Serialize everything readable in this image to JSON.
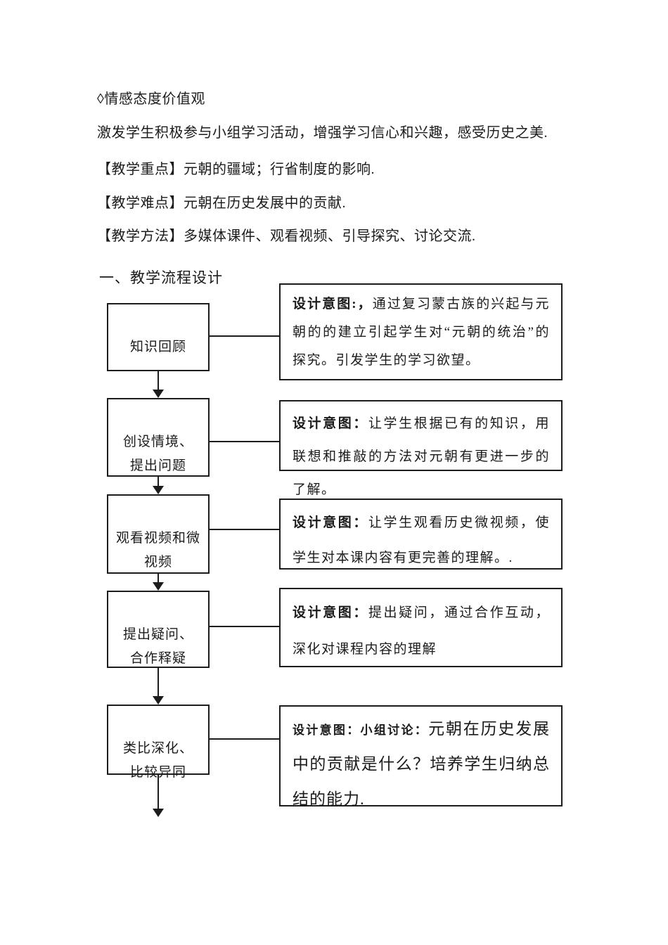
{
  "document": {
    "affective_heading": "◊情感态度价值观",
    "affective_text": "激发学生积极参与小组学习活动，增强学习信心和兴趣，感受历史之美.",
    "key_points": "【教学重点】元朝的疆域；行省制度的影响.",
    "difficulties": "【教学难点】元朝在历史发展中的贡献.",
    "methods": "【教学方法】多媒体课件、观看视频、引导探究、讨论交流.",
    "section_heading": "一、教学流程设计"
  },
  "flowchart": {
    "steps": [
      {
        "label": "知识回顾",
        "note_label": "设计意图:，",
        "note_text": "通过复习蒙古族的兴起与元朝的的建立引起学生对“元朝的统治”的探究。引发学生的学习欲望。"
      },
      {
        "label": "创设情境、\n提出问题",
        "note_label": "设计意图：",
        "note_text": "让学生根据已有的知识，用联想和推敲的方法对元朝有更进一步的了解。"
      },
      {
        "label": "观看视频和微\n视频",
        "note_label": "设计意图：",
        "note_text": "让学生观看历史微视频，使学生对本课内容有更完善的理解。."
      },
      {
        "label": "提出疑问、\n合作释疑",
        "note_label": "设计意图：",
        "note_text": "提出疑问，通过合作互动，深化对课程内容的理解"
      },
      {
        "label": "类比深化、\n比较异同",
        "note_label": "设计意图：小组讨论：",
        "note_text": "元朝在历史发展中的贡献是什么？培养学生归纳总结的能力."
      }
    ]
  }
}
